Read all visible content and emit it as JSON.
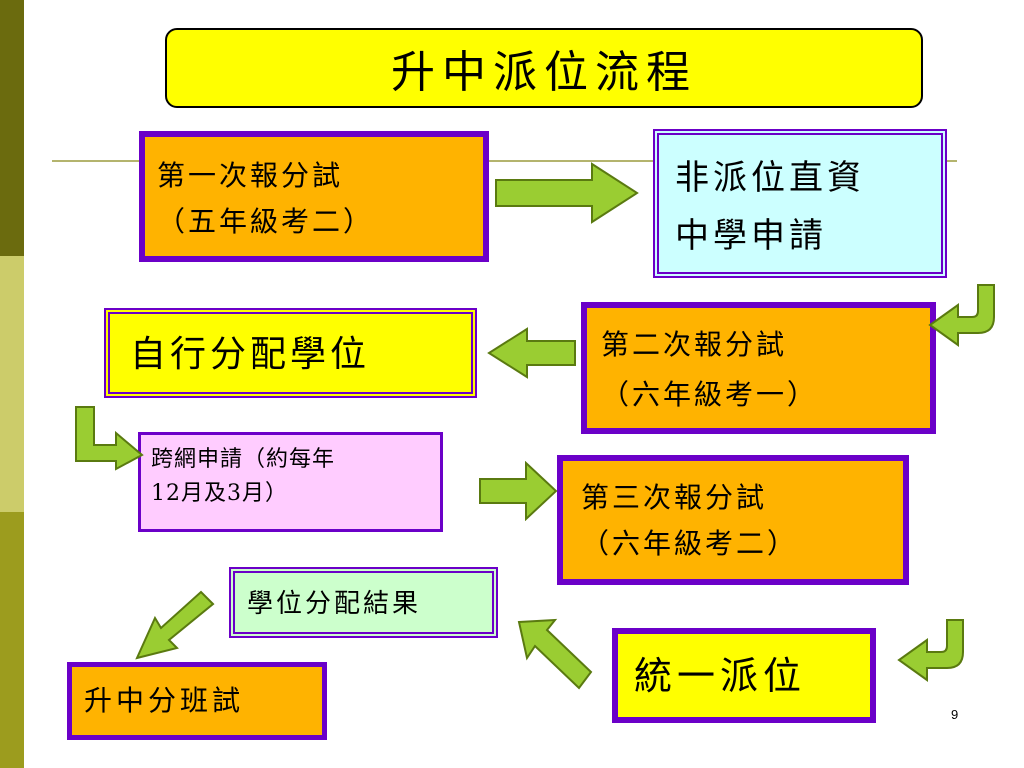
{
  "title": "升中派位流程",
  "boxes": {
    "test1_line1": "第一次報分試",
    "test1_line2": "（五年級考二）",
    "nonalloc_line1": "非派位直資",
    "nonalloc_line2": "中學申請",
    "test2_line1": "第二次報分試",
    "test2_line2": "（六年級考一）",
    "discretionary": "自行分配學位",
    "cross_net_line1": "跨網申請（約每年",
    "cross_net_line2": "12月及3月）",
    "test3_line1": "第三次報分試",
    "test3_line2": "（六年級考二）",
    "result": "學位分配結果",
    "central": "統一派位",
    "placement_test": "升中分班試"
  },
  "page_number": "9",
  "colors": {
    "border_purple": "#6b00c8",
    "orange_fill": "#ffb300",
    "arrow_green": "#9acd32",
    "title_fill": "#ffff00"
  }
}
